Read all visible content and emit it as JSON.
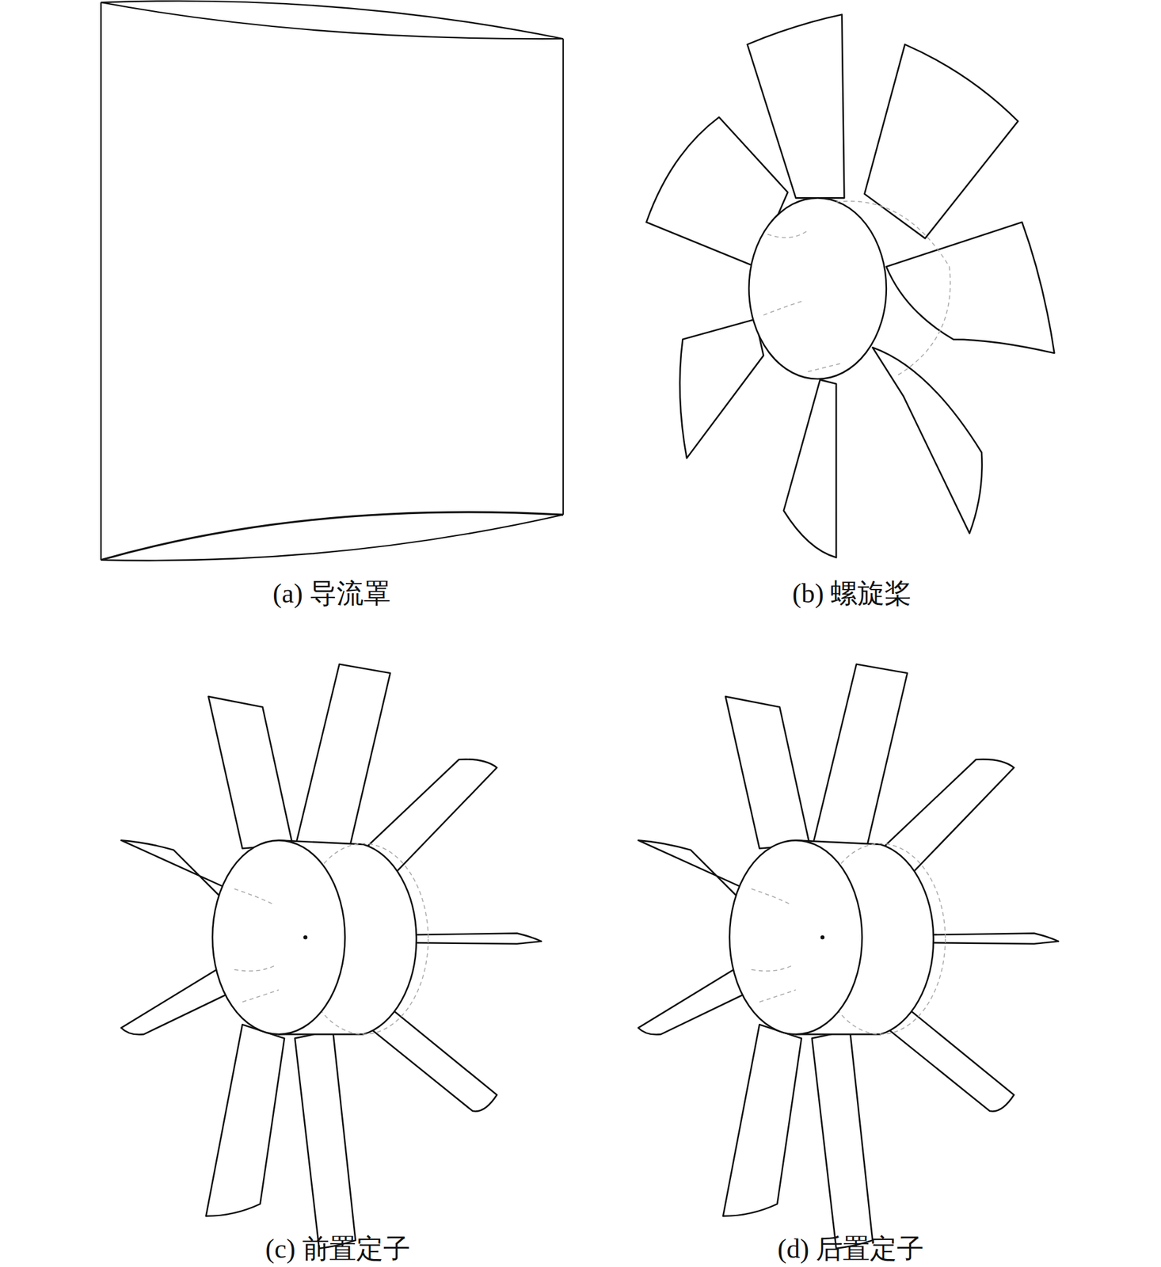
{
  "diagram": {
    "labels": [
      "(a) 导流罩",
      "(b) 螺旋桨",
      "(c) 前置定子",
      "(d) 后置定子"
    ]
  }
}
